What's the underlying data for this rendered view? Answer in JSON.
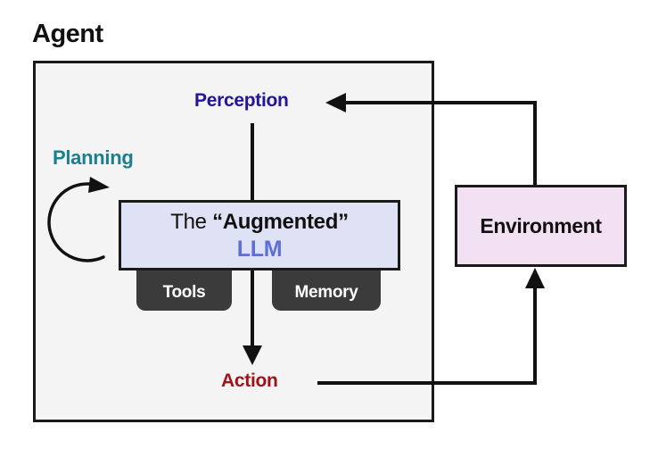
{
  "diagram": {
    "agent_label": "Agent",
    "perception_label": "Perception",
    "planning_label": "Planning",
    "llm_line1_prefix": "The ",
    "llm_line1_quoted": "“Augmented”",
    "llm_line2": "LLM",
    "tools_label": "Tools",
    "memory_label": "Memory",
    "action_label": "Action",
    "environment_label": "Environment"
  },
  "colors": {
    "perception_text": "#221599",
    "planning_text": "#1b7f8e",
    "action_text": "#a01218",
    "llm_text": "#5b6fd6",
    "llm_box_fill": "#dfe2f4",
    "environment_box_fill": "#f1e1f3",
    "agent_box_fill": "#f5f4f5",
    "tab_fill": "#3b3b3b",
    "line_color": "#111111"
  }
}
